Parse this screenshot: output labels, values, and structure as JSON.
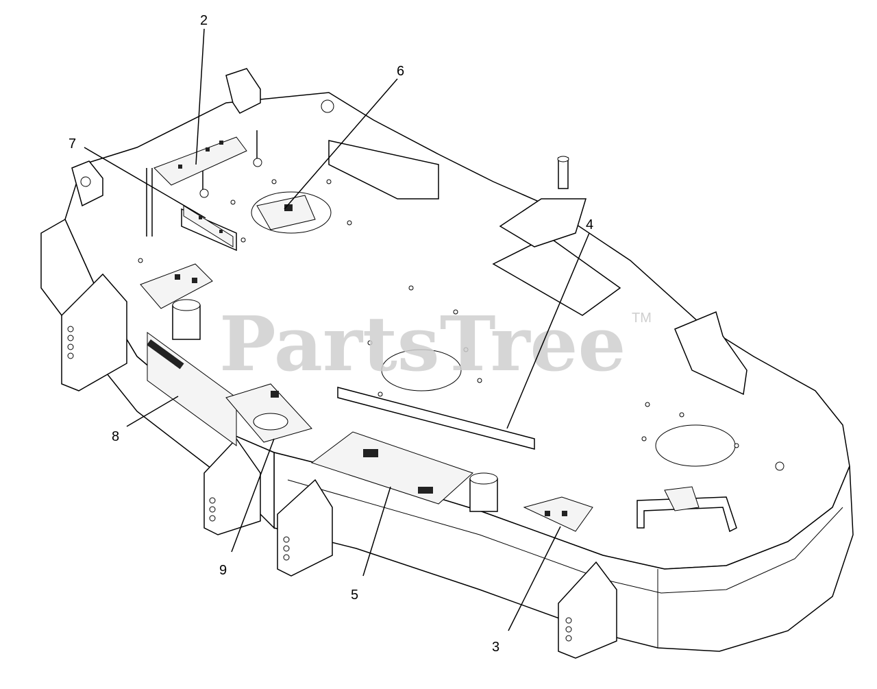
{
  "watermark": {
    "text": "PartsTree",
    "tm": "TM"
  },
  "callouts": [
    {
      "id": "2",
      "label": "2"
    },
    {
      "id": "6",
      "label": "6"
    },
    {
      "id": "7",
      "label": "7"
    },
    {
      "id": "4",
      "label": "4"
    },
    {
      "id": "8",
      "label": "8"
    },
    {
      "id": "9",
      "label": "9"
    },
    {
      "id": "5",
      "label": "5"
    },
    {
      "id": "3",
      "label": "3"
    }
  ]
}
